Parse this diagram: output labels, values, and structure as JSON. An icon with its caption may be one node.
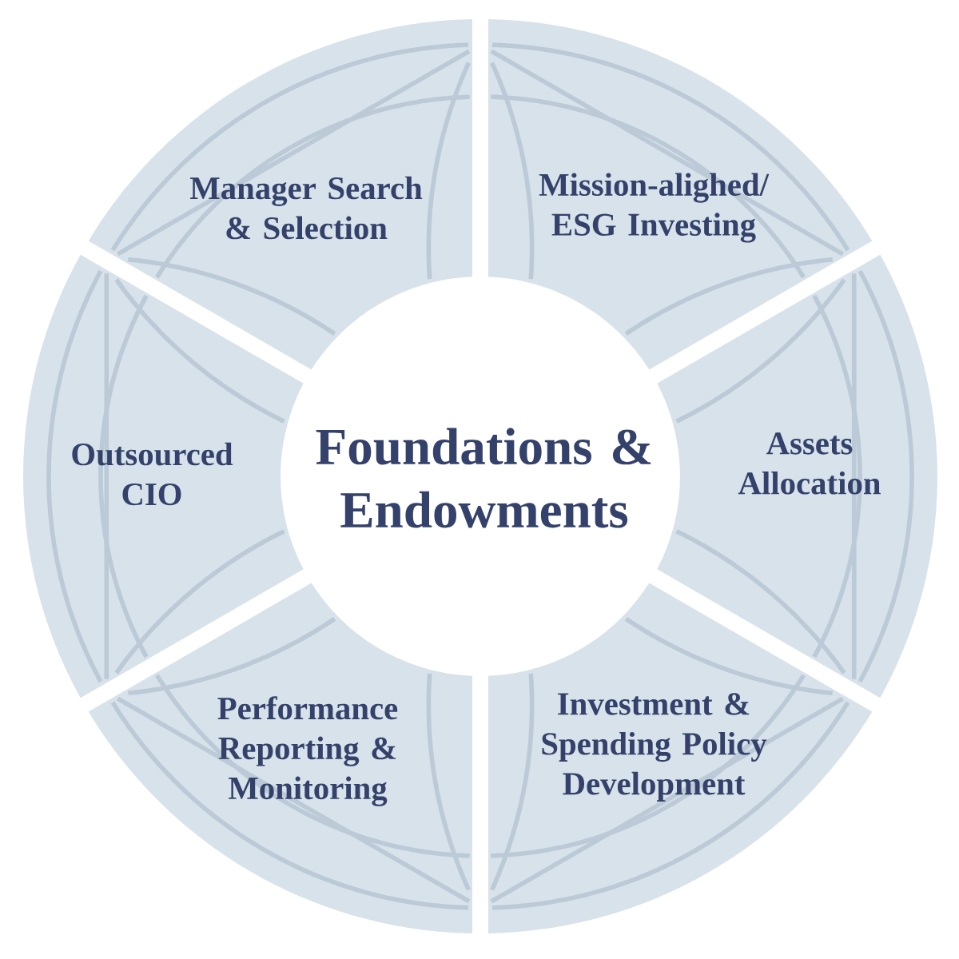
{
  "diagram": {
    "nodes": [
      {
        "text": [
          "Foundations & Endowments"
        ]
      },
      {
        "text": [
          "Manager Search & Selection"
        ]
      },
      {
        "text": [
          "Mission-alighed/ ESG Investing"
        ]
      },
      {
        "text": [
          "Outsourced CIO"
        ]
      },
      {
        "text": [
          "Assets Allocation"
        ]
      },
      {
        "text": [
          "Performance Reporting & Monitoring"
        ]
      },
      {
        "text": [
          "Investment & Spending Policy Development"
        ]
      }
    ]
  }
}
